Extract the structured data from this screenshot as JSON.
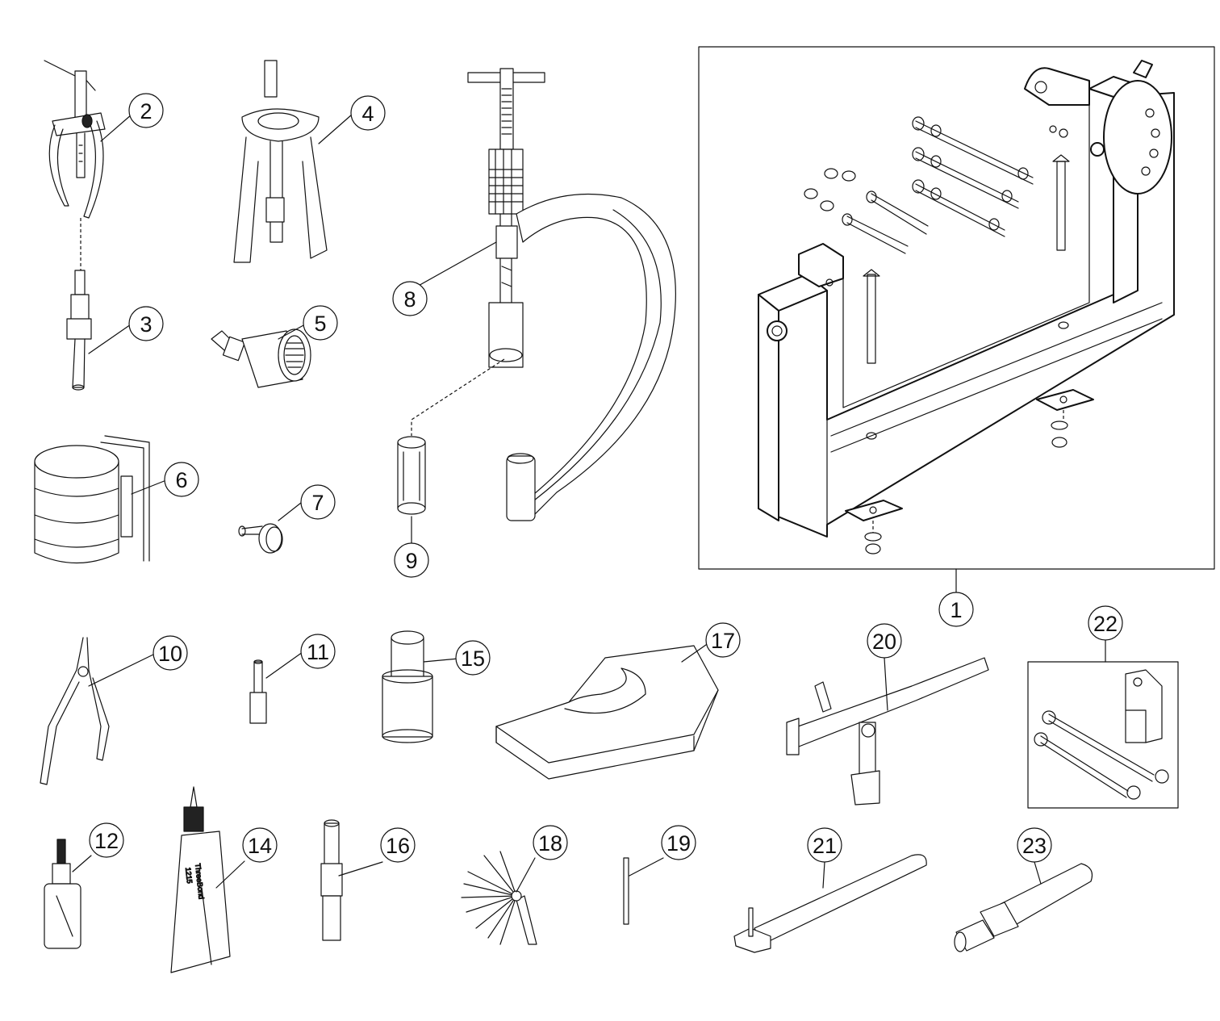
{
  "callouts": {
    "c1": "1",
    "c2": "2",
    "c3": "3",
    "c4": "4",
    "c5": "5",
    "c6": "6",
    "c7": "7",
    "c8": "8",
    "c9": "9",
    "c10": "10",
    "c11": "11",
    "c12": "12",
    "c14": "14",
    "c15": "15",
    "c16": "16",
    "c17": "17",
    "c18": "18",
    "c19": "19",
    "c20": "20",
    "c21": "21",
    "c22": "22",
    "c23": "23"
  },
  "tube_label": {
    "brand": "ThreeBond",
    "code": "1215"
  }
}
